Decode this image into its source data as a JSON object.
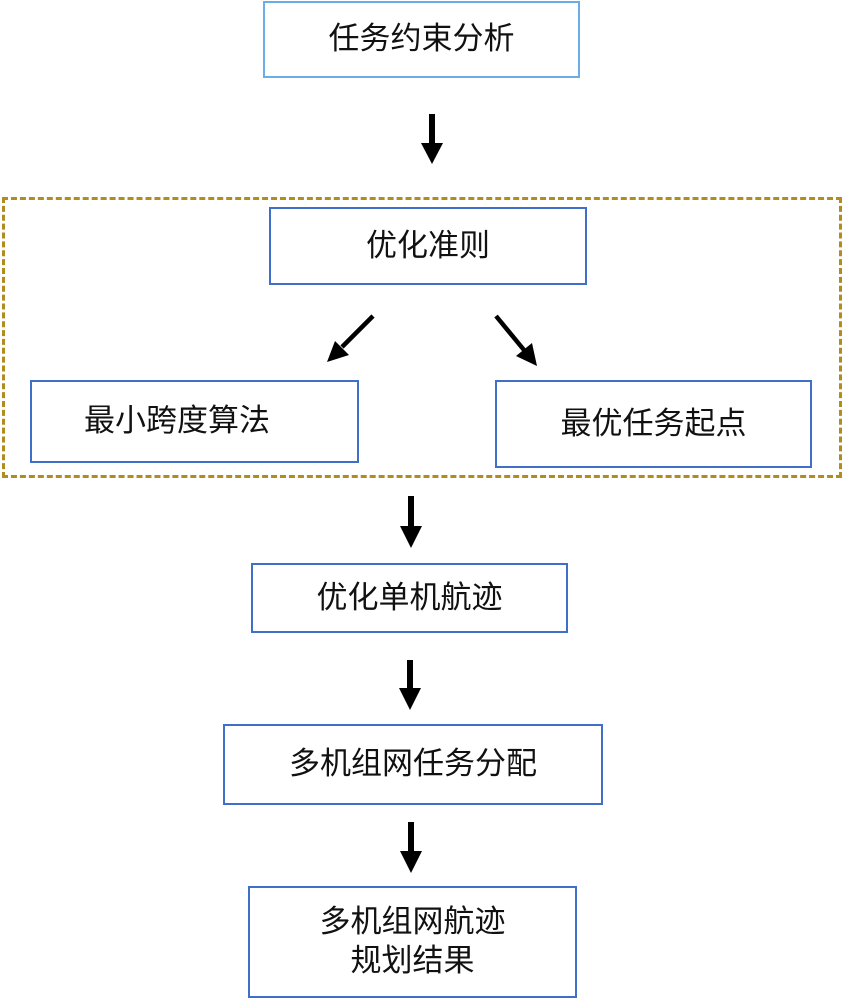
{
  "diagram": {
    "nodes": {
      "constraint_analysis": "任务约束分析",
      "optimization_criteria": "优化准则",
      "min_span_algorithm": "最小跨度算法",
      "optimal_task_start": "最优任务起点",
      "optimize_single_track": "优化单机航迹",
      "multi_task_allocation": "多机组网任务分配",
      "multi_track_result": "多机组网航迹\n规划结果"
    },
    "colors": {
      "node_border": "#3f6fc8",
      "top_node_border": "#69aee8",
      "group_border": "#b08d1e",
      "arrow": "#000000"
    }
  }
}
